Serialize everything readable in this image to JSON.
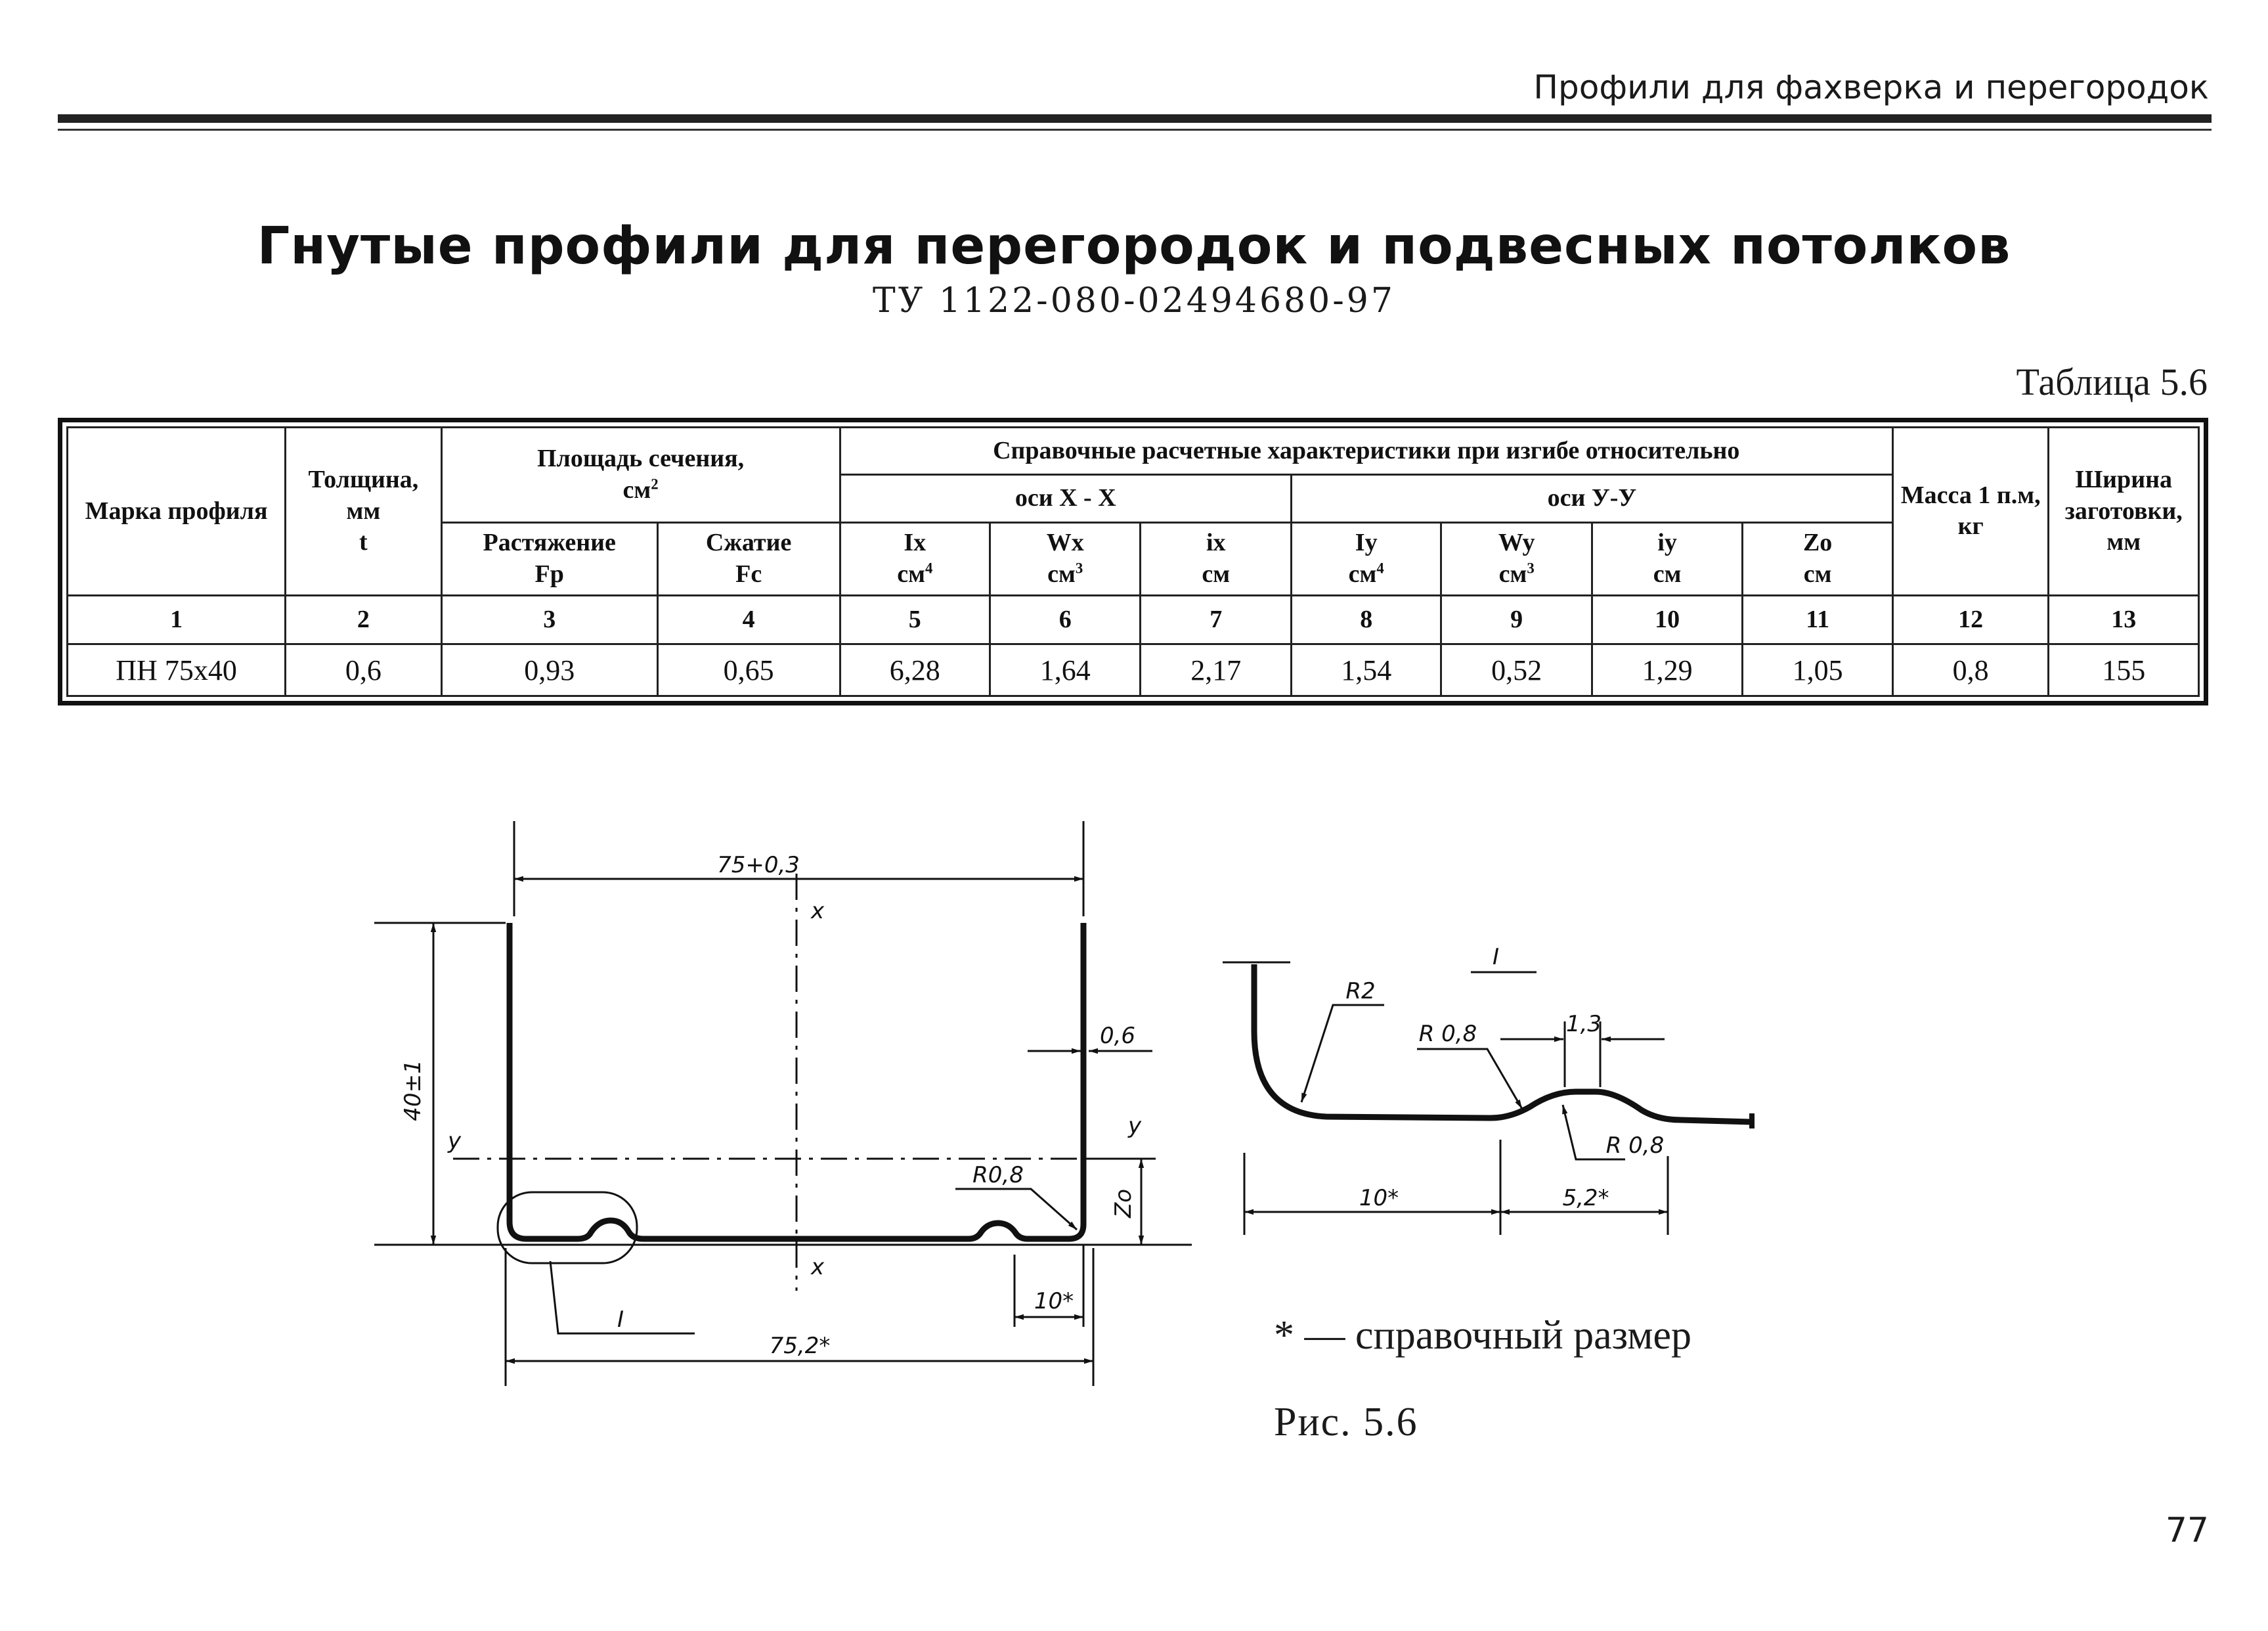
{
  "header": {
    "running_title": "Профили для фахверка и перегородок",
    "page_number": "77"
  },
  "document": {
    "title": "Гнутые профили для перегородок и подвесных потолков",
    "subtitle": "ТУ 1122-080-02494680-97",
    "table_label": "Таблица 5.6"
  },
  "table": {
    "headers": {
      "mark": "Марка профиля",
      "thickness": "Толщина, мм",
      "thickness_symbol": "t",
      "area": "Площадь сечения,",
      "area_unit": "см",
      "area_unit_exp": "2",
      "bending": "Справочные расчетные характеристики при изгибе относительно",
      "axis_x": "оси X - X",
      "axis_y": "оси У-У",
      "mass": "Масса 1 п.м, кг",
      "width": "Ширина заготовки, мм",
      "tension": "Растяжение",
      "tension_sym": "Fp",
      "compression": "Сжатие",
      "compression_sym": "Fc",
      "ix_name": "Ix",
      "ix_unit": "см",
      "ix_exp": "4",
      "wx_name": "Wx",
      "wx_unit": "см",
      "wx_exp": "3",
      "ix_small_name": "ix",
      "ix_small_unit": "см",
      "iy_name": "Iy",
      "iy_unit": "см",
      "iy_exp": "4",
      "wy_name": "Wy",
      "wy_unit": "см",
      "wy_exp": "3",
      "iy_small_name": "iy",
      "iy_small_unit": "см",
      "zo_name": "Zo",
      "zo_unit": "см"
    },
    "column_numbers": [
      "1",
      "2",
      "3",
      "4",
      "5",
      "6",
      "7",
      "8",
      "9",
      "10",
      "11",
      "12",
      "13"
    ],
    "rows": [
      [
        "ПН 75х40",
        "0,6",
        "0,93",
        "0,65",
        "6,28",
        "1,64",
        "2,17",
        "1,54",
        "0,52",
        "1,29",
        "1,05",
        "0,8",
        "155"
      ]
    ]
  },
  "figure": {
    "dim_width_top": "75+0,3",
    "dim_height": "40±1",
    "dim_thickness": "0,6",
    "dim_radius_main": "R0,8",
    "dim_zo": "Zo",
    "dim_width_bottom": "75,2*",
    "dim_ten_main": "10*",
    "axis_x_top": "x",
    "axis_x_bottom": "x",
    "axis_y_left": "y",
    "axis_y_right": "y",
    "detail_ref": "I",
    "detail_title": "I",
    "detail_r2": "R2",
    "detail_r08_top": "R 0,8",
    "detail_13": "1,3",
    "detail_r08_bottom": "R 0,8",
    "detail_10": "10*",
    "detail_52": "5,2*",
    "legend": "* — справочный размер",
    "caption": "Рис. 5.6"
  }
}
